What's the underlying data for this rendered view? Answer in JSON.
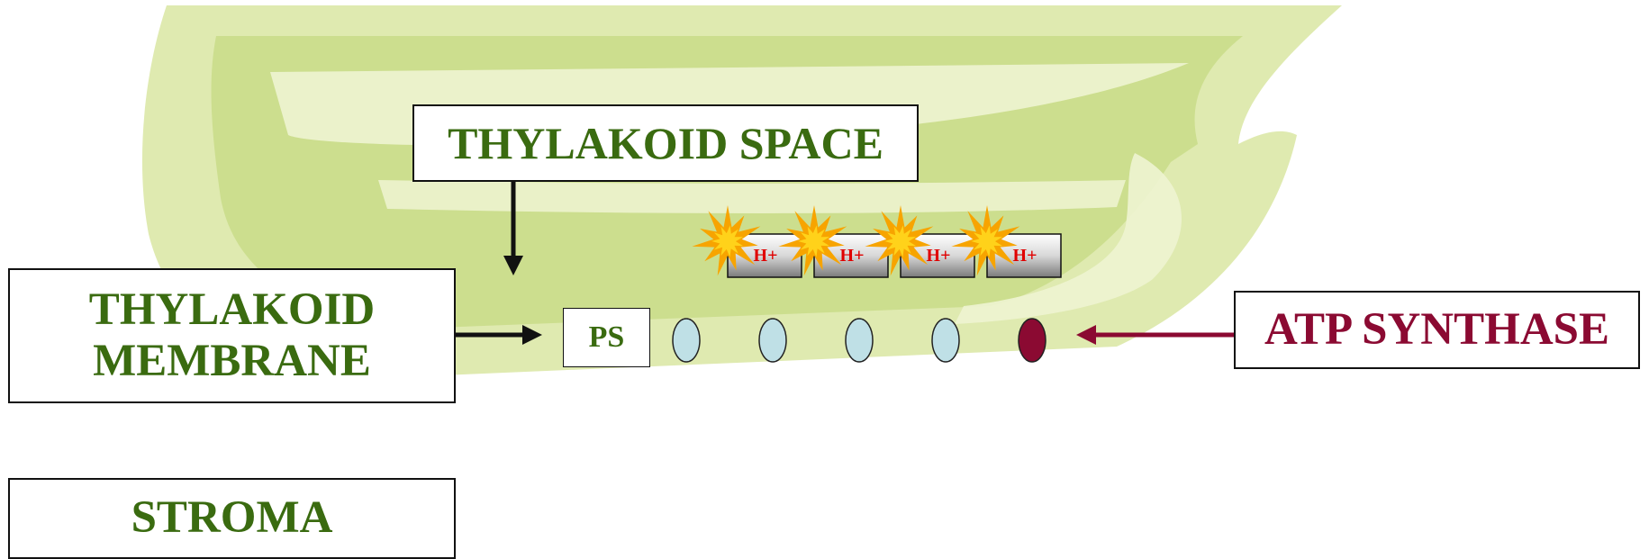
{
  "labels": {
    "thylakoid_space": "THYLAKOID SPACE",
    "thylakoid_membrane_line1": "THYLAKOID",
    "thylakoid_membrane_line2": "MEMBRANE",
    "stroma": "STROMA",
    "atp_synthase": "ATP SYNTHASE",
    "ps": "PS"
  },
  "proton_label": "H+",
  "colors": {
    "label_green": "#3a6b10",
    "atp_maroon": "#8b0a32",
    "carrier_blue": "#bfe0e6",
    "atp_synthase_fill": "#8b0a32",
    "proton_text": "#e00000",
    "burst_orange": "#f7a400",
    "thylakoid_green": "#dfeab0"
  },
  "icons": [
    "burst-icon",
    "arrow-down-icon",
    "arrow-right-icon",
    "arrow-left-icon"
  ]
}
